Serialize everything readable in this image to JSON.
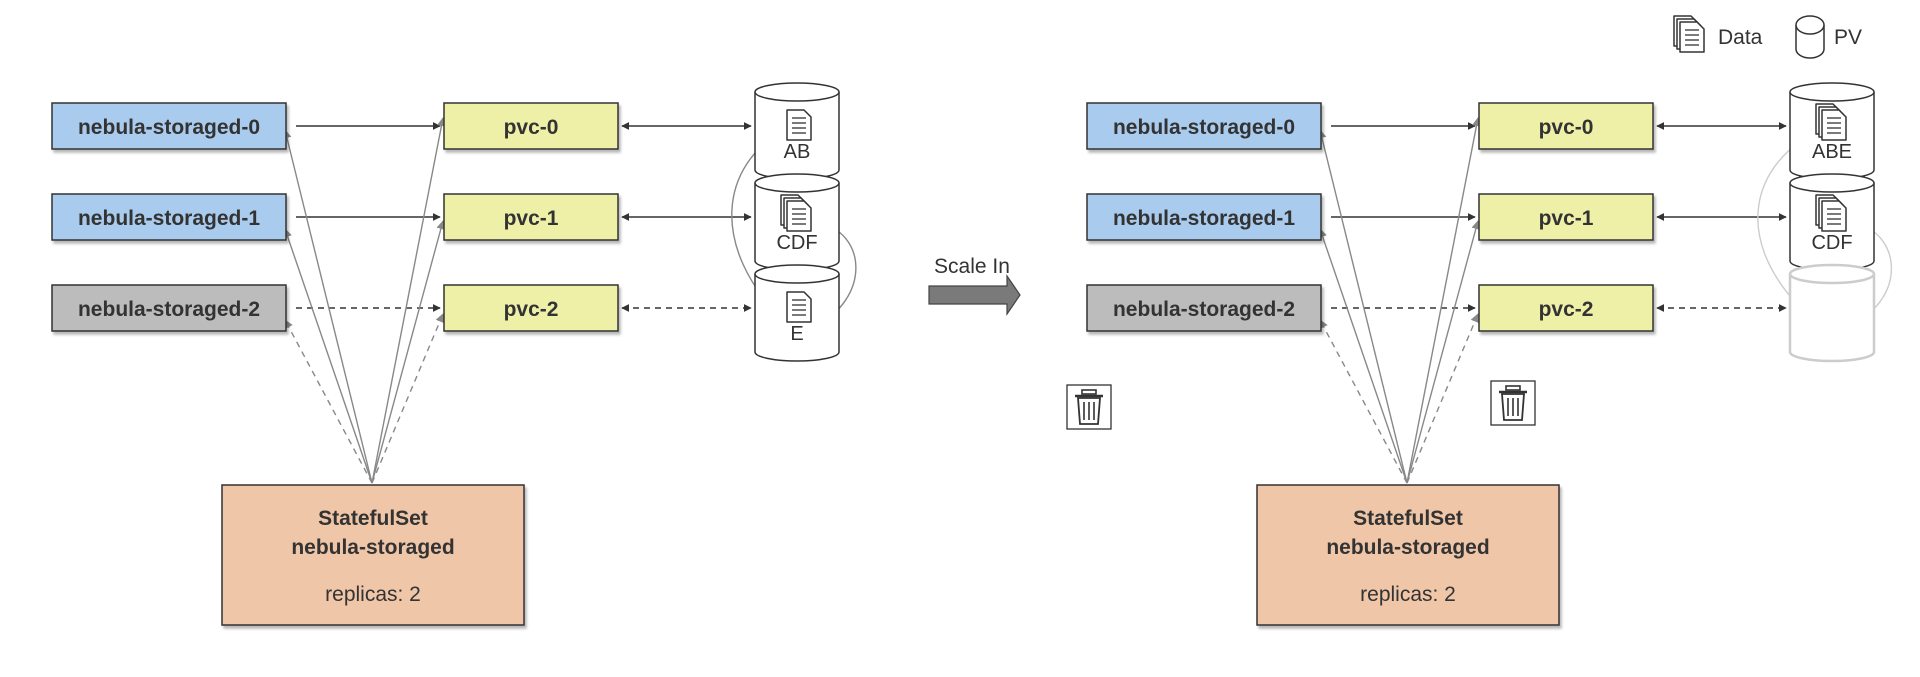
{
  "legend": {
    "data_label": "Data",
    "pv_label": "PV"
  },
  "arrow_label": "Scale In",
  "colors": {
    "pod_active": "#a9cbee",
    "pod_removed": "#bcbcbc",
    "pvc": "#eff0a8",
    "statefulset": "#f0c6a8",
    "line": "#333333",
    "gray_line": "#888888",
    "faded_pv": "#cccccc",
    "big_arrow": "#7a7a7a"
  },
  "before": {
    "pods": [
      {
        "name": "nebula-storaged-0",
        "state": "active"
      },
      {
        "name": "nebula-storaged-1",
        "state": "active"
      },
      {
        "name": "nebula-storaged-2",
        "state": "removed"
      }
    ],
    "pvcs": [
      "pvc-0",
      "pvc-1",
      "pvc-2"
    ],
    "pvs": [
      {
        "label": "AB",
        "stack": false,
        "faded": false
      },
      {
        "label": "CDF",
        "stack": true,
        "faded": false
      },
      {
        "label": "E",
        "stack": false,
        "faded": false
      }
    ],
    "statefulset": {
      "title": "StatefulSet",
      "name": "nebula-storaged",
      "replicas": "replicas: 2"
    }
  },
  "after": {
    "pods": [
      {
        "name": "nebula-storaged-0",
        "state": "active"
      },
      {
        "name": "nebula-storaged-1",
        "state": "active"
      },
      {
        "name": "nebula-storaged-2",
        "state": "removed"
      }
    ],
    "pvcs": [
      "pvc-0",
      "pvc-1",
      "pvc-2"
    ],
    "pvs": [
      {
        "label": "ABE",
        "stack": true,
        "faded": false
      },
      {
        "label": "CDF",
        "stack": true,
        "faded": false
      },
      {
        "label": "",
        "stack": false,
        "faded": true
      }
    ],
    "statefulset": {
      "title": "StatefulSet",
      "name": "nebula-storaged",
      "replicas": "replicas: 2"
    }
  }
}
